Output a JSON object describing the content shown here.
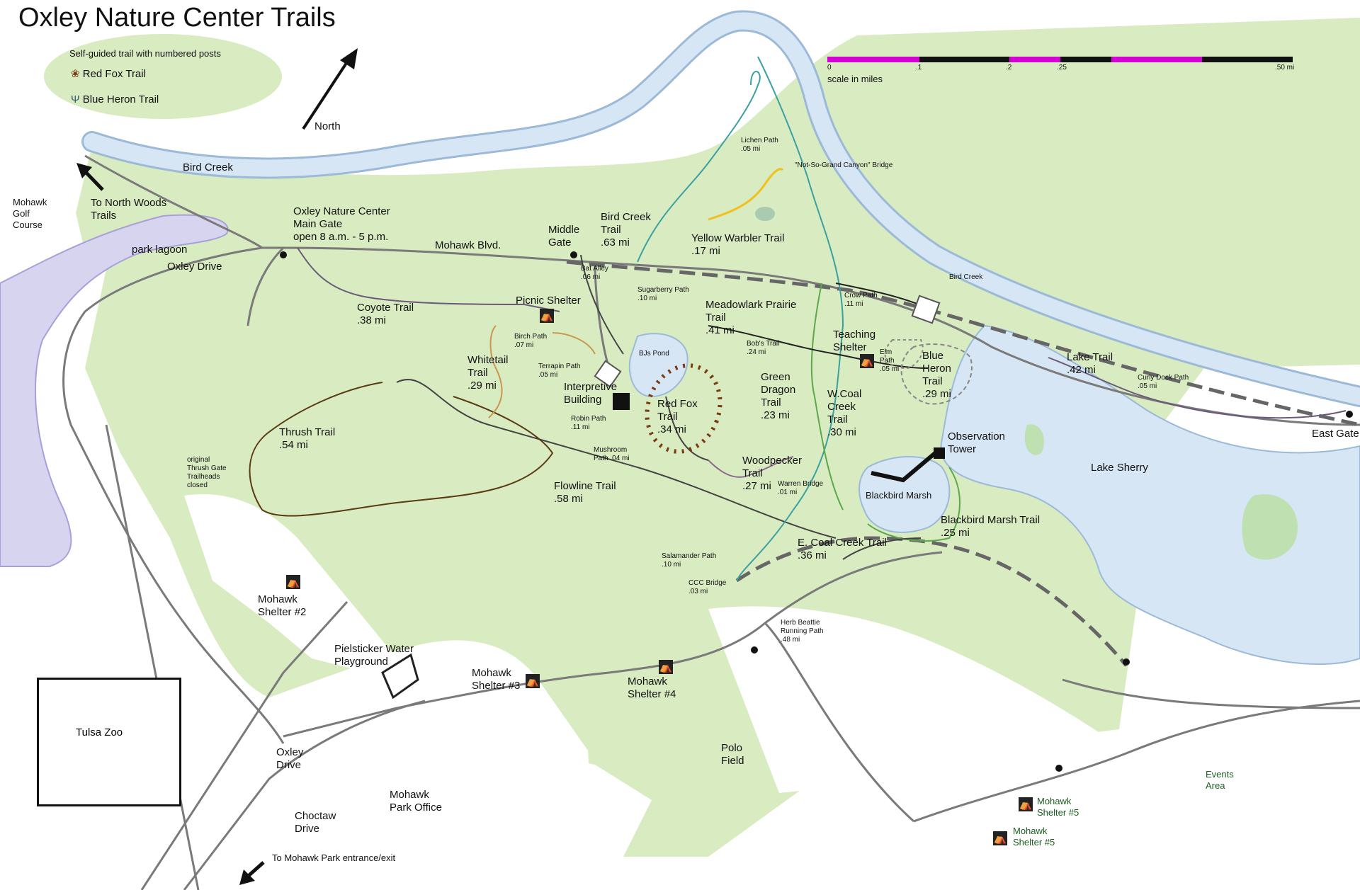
{
  "title": "Oxley Nature Center Trails",
  "legend": {
    "heading": "Self-guided trail with numbered posts",
    "items": [
      {
        "label": "Red Fox Trail",
        "icon": "paw-icon"
      },
      {
        "label": "Blue Heron Trail",
        "icon": "heron-track-icon"
      }
    ]
  },
  "north_label": "North",
  "scale": {
    "ticks": [
      "0",
      ".1",
      ".2",
      ".25",
      ".50 mi"
    ],
    "caption": "scale in miles",
    "colors": {
      "magenta": "#d400d4",
      "black": "#111111"
    }
  },
  "colors": {
    "land": "#d9ebc0",
    "water": "#d6e6f5",
    "water_edge": "#9cbad8",
    "lagoon": "#d7d4f0",
    "road": "#7a7a7a",
    "rail": "#555555",
    "yellow_trail": "#f0c020",
    "teal_trail": "#3aa0a0",
    "brown_trail": "#5a3a14",
    "tan_trail": "#c89850"
  },
  "places": {
    "bird_creek_west": "Bird Creek",
    "bird_creek_east": "Bird Creek",
    "mohawk_golf": "Mohawk\nGolf\nCourse",
    "north_woods": "To North Woods\nTrails",
    "park_lagoon": "park lagoon",
    "oxley_drive_north": "Oxley Drive",
    "main_gate": "Oxley Nature Center\nMain Gate\nopen 8 a.m. - 5 p.m.",
    "mohawk_blvd": "Mohawk Blvd.",
    "middle_gate": "Middle\nGate",
    "bird_creek_trail": "Bird Creek\nTrail\n.63 mi",
    "lichen_path": "Lichen Path\n.05 mi",
    "canyon_bridge": "\"Not-So-Grand Canyon\" Bridge",
    "yellow_warbler": "Yellow Warbler Trail\n.17 mi",
    "bat_alley": "Bat Alley\n.06 mi",
    "sugarberry": "Sugarberry Path\n.10 mi",
    "meadowlark": "Meadowlark Prairie\nTrail\n.41 mi",
    "crow_path": "Crow Path\n.11 mi",
    "teaching_shelter": "Teaching\nShelter",
    "elm_path": "Elm\nPath\n.05 mi",
    "blue_heron": "Blue\nHeron\nTrail\n.29 mi",
    "lake_trail": "Lake Trail\n.42 mi",
    "curly_dock": "Curly Dock Path\n.05 mi",
    "east_gate": "East Gate",
    "coyote": "Coyote Trail\n.38 mi",
    "picnic_shelter": "Picnic Shelter",
    "birch": "Birch Path\n.07 mi",
    "whitetail": "Whitetail\nTrail\n.29 mi",
    "terrapin": "Terrapin Path\n.05 mi",
    "bjs_pond": "BJs Pond",
    "interpretive": "Interpretive\nBuilding",
    "red_fox": "Red Fox\nTrail\n.34 mi",
    "bobs_trail": "Bob's Trail\n.24 mi",
    "green_dragon": "Green\nDragon\nTrail\n.23 mi",
    "w_coal": "W.Coal\nCreek\nTrail\n.30 mi",
    "observation": "Observation\nTower",
    "lake_sherry": "Lake Sherry",
    "robin": "Robin Path\n.11 mi",
    "mushroom": "Mushroom\nPath .04 mi",
    "woodpecker": "Woodpecker\nTrail\n.27 mi",
    "warren": "Warren Bridge\n.01 mi",
    "blackbird_marsh": "Blackbird Marsh",
    "blackbird_trail": "Blackbird Marsh Trail\n.25 mi",
    "thrush": "Thrush Trail\n.54 mi",
    "thrush_gate": "original\nThrush Gate\nTrailheads\nclosed",
    "flowline": "Flowline Trail\n.58 mi",
    "salamander": "Salamander Path\n.10 mi",
    "e_coal": "E. Coal Creek Trail\n.36 mi",
    "ccc_bridge": "CCC Bridge\n.03 mi",
    "herb_beattie": "Herb Beattie\nRunning Path\n.48 mi",
    "shelter2": "Mohawk\nShelter #2",
    "pielsticker": "Pielsticker Water\nPlayground",
    "shelter3": "Mohawk\nShelter #3",
    "shelter4": "Mohawk\nShelter #4",
    "tulsa_zoo": "Tulsa Zoo",
    "oxley_drive_south": "Oxley\nDrive",
    "polo": "Polo\nField",
    "mohawk_office": "Mohawk\nPark Office",
    "choctaw": "Choctaw\nDrive",
    "mohawk_entrance": "To Mohawk Park entrance/exit",
    "events": "Events\nArea",
    "shelter5a": "Mohawk\nShelter #5",
    "shelter5b": "Mohawk\nShelter #5"
  },
  "shelter_glyph": "⛺"
}
